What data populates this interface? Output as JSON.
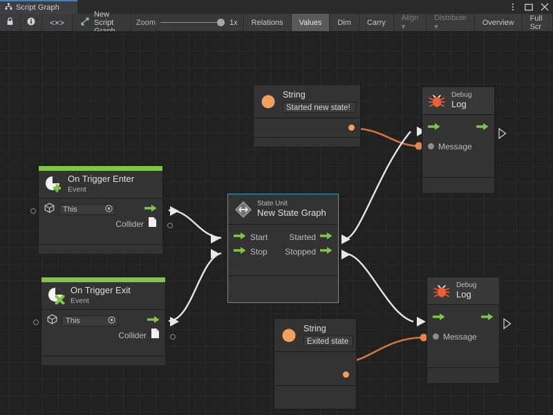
{
  "window": {
    "tab_label": "Script Graph",
    "tab_icon": "hierarchy-icon",
    "controls": {
      "menu": "⋮",
      "maximize": "□",
      "close": "✕"
    }
  },
  "toolbar": {
    "lock_icon": "lock-icon",
    "info_icon": "info-icon",
    "code_icon": "<×>",
    "graph_name": "New Script Graph",
    "graph_icon": "script-graph-icon",
    "zoom_label": "Zoom",
    "zoom_value": "1x",
    "buttons": [
      {
        "label": "Relations",
        "state": "normal"
      },
      {
        "label": "Values",
        "state": "active"
      },
      {
        "label": "Dim",
        "state": "normal"
      },
      {
        "label": "Carry",
        "state": "normal"
      },
      {
        "label": "Align ▾",
        "state": "dim"
      },
      {
        "label": "Distribute ▾",
        "state": "dim"
      },
      {
        "label": "Overview",
        "state": "normal"
      },
      {
        "label": "Full Scr",
        "state": "normal"
      }
    ]
  },
  "graph": {
    "nodes": {
      "string_top": {
        "icon": "string-icon",
        "title": "String",
        "value": "Started new state!"
      },
      "debug_log_top": {
        "icon": "debug-bug-icon",
        "title_small": "Debug",
        "title": "Log",
        "message_port": "Message"
      },
      "on_trigger_enter": {
        "icon": "event-enter-icon",
        "title": "On Trigger Enter",
        "subtitle": "Event",
        "target_value": "This",
        "output_port": "Collider"
      },
      "state_unit": {
        "icon": "state-unit-icon",
        "title_small": "State Unit",
        "title": "New  State  Graph",
        "inputs": [
          "Start",
          "Stop"
        ],
        "outputs": [
          "Started",
          "Stopped"
        ],
        "selected": true
      },
      "on_trigger_exit": {
        "icon": "event-exit-icon",
        "title": "On Trigger Exit",
        "subtitle": "Event",
        "target_value": "This",
        "output_port": "Collider"
      },
      "string_bottom": {
        "icon": "string-icon",
        "title": "String",
        "value": "Exited state"
      },
      "debug_log_bottom": {
        "icon": "debug-bug-icon",
        "title_small": "Debug",
        "title": "Log",
        "message_port": "Message"
      }
    }
  },
  "colors": {
    "accent_tab": "#4a7fbf",
    "flow_green": "#7ec54a",
    "value_orange": "#f2a05f",
    "selection": "#3a9fc4",
    "canvas": "#212121",
    "node": "#333333"
  }
}
